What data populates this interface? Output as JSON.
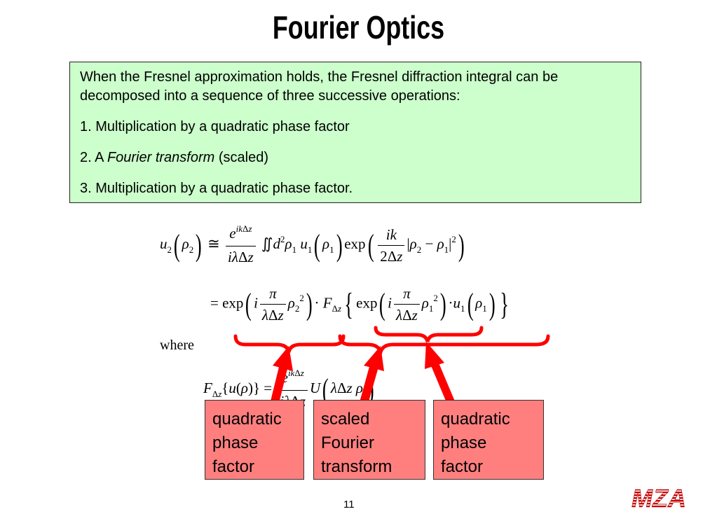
{
  "slide": {
    "title": "Fourier Optics",
    "intro": "When the Fresnel approximation holds, the Fresnel diffraction integral can be decomposed into a sequence of three successive operations:",
    "step1": "1. Multiplication by a quadratic phase factor",
    "step2_prefix": "2. A ",
    "step2_italic": "Fourier transform",
    "step2_suffix": " (scaled)",
    "step3": "3. Multiplication by a quadratic phase factor.",
    "where": "where",
    "page_number": "11",
    "logo_text": "MZA"
  },
  "labels": {
    "left": [
      "quadratic",
      "phase",
      "factor"
    ],
    "middle": [
      "scaled",
      "Fourier",
      "transform"
    ],
    "right": [
      "quadratic",
      "phase",
      "factor"
    ]
  },
  "colors": {
    "textbox_bg": "#ccffcc",
    "label_bg": "#ff7f7f",
    "arrow": "#ff0000",
    "logo": "#cc0000"
  }
}
